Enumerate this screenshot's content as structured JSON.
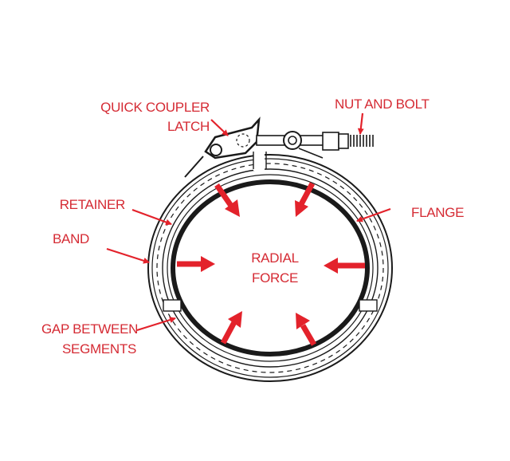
{
  "labels": {
    "quick_coupler_1": "QUICK COUPLER",
    "quick_coupler_2": "LATCH",
    "nut_bolt": "NUT AND BOLT",
    "retainer": "RETAINER",
    "band": "BAND",
    "flange": "FLANGE",
    "radial_1": "RADIAL",
    "radial_2": "FORCE",
    "gap_1": "GAP BETWEEN",
    "gap_2": "SEGMENTS"
  },
  "colors": {
    "accent": "#e3222b",
    "line": "#1a1a1a"
  }
}
